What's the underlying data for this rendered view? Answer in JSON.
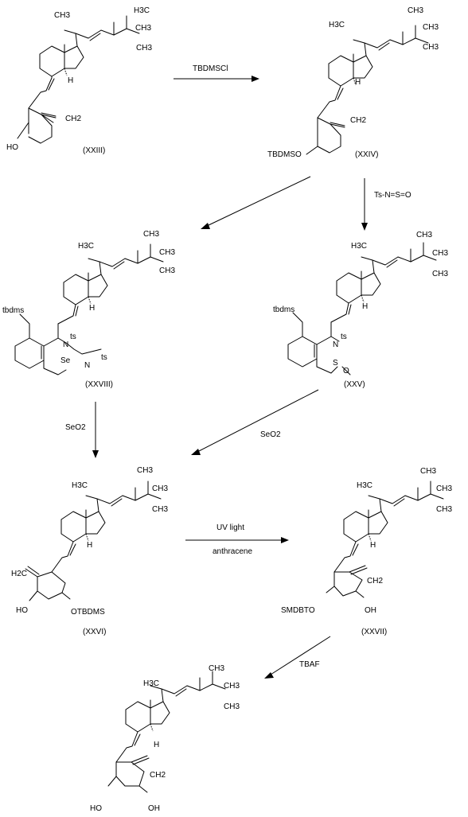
{
  "compounds": {
    "c23": {
      "label": "(XXIII)",
      "ch3_top": "CH3",
      "ch3_a": "CH3",
      "ch3_b": "CH3",
      "h3c": "H3C",
      "h": "H",
      "ch2": "CH2",
      "left_sub": "HO",
      "right_sub": ""
    },
    "c24": {
      "label": "(XXIV)",
      "ch3_top": "CH3",
      "ch3_a": "CH3",
      "ch3_b": "CH3",
      "h3c": "H3C",
      "h": "H",
      "ch2": "CH2",
      "left_sub": "TBDMSO",
      "right_sub": ""
    },
    "c28": {
      "label": "(XXVIII)",
      "ch3_top": "CH3",
      "ch3_a": "CH3",
      "ch3_b": "CH3",
      "h3c": "H3C",
      "h": "H",
      "tbdms": "tbdms",
      "n": "N",
      "ts1": "ts",
      "se": "Se",
      "n2": "N",
      "ts2": "ts"
    },
    "c25": {
      "label": "(XXV)",
      "ch3_top": "CH3",
      "ch3_a": "CH3",
      "ch3_b": "CH3",
      "h3c": "H3C",
      "h": "H",
      "tbdms": "tbdms",
      "n": "N",
      "ts1": "ts",
      "s": "S",
      "o": "O"
    },
    "c26": {
      "label": "(XXVI)",
      "ch3_top": "CH3",
      "ch3_a": "CH3",
      "ch3_b": "CH3",
      "h3c": "H3C",
      "h": "H",
      "h2c": "H2C",
      "left_sub": "HO",
      "right_sub": "OTBDMS"
    },
    "c27": {
      "label": "(XXVII)",
      "ch3_top": "CH3",
      "ch3_a": "CH3",
      "ch3_b": "CH3",
      "h3c": "H3C",
      "h": "H",
      "ch2": "CH2",
      "left_sub": "SMDBTO",
      "right_sub": "OH"
    },
    "c29": {
      "label": "",
      "ch3_top": "CH3",
      "ch3_a": "CH3",
      "ch3_b": "CH3",
      "h3c": "H3C",
      "h": "H",
      "ch2": "CH2",
      "left_sub": "HO",
      "right_sub": "OH"
    }
  },
  "reagents": {
    "r1": "TBDMSCl",
    "r2": "Ts-N=S=O",
    "r3": "SeO2",
    "r4": "SeO2",
    "r5a": "UV  light",
    "r5b": "anthracene",
    "r6": "TBAF"
  }
}
